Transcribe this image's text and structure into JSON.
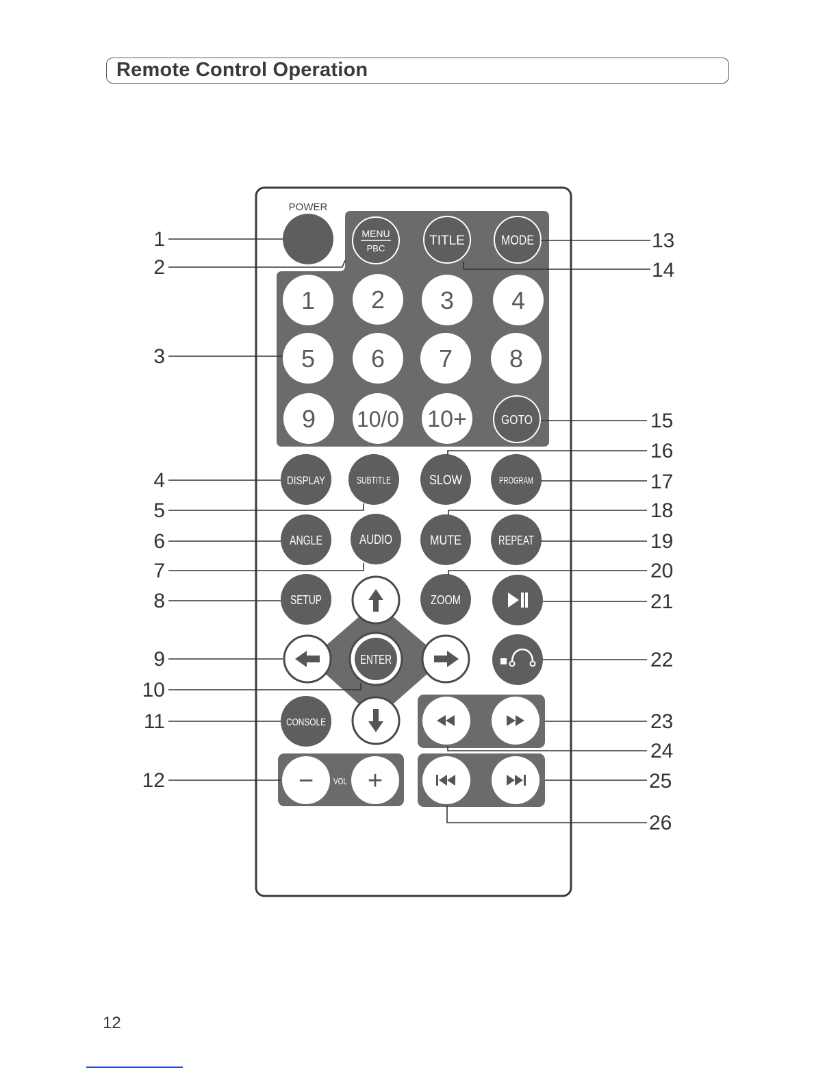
{
  "header": {
    "title": "Remote Control Operation"
  },
  "page_number": "12",
  "remote": {
    "power_label": "POWER",
    "buttons": {
      "menu_top": "MENU",
      "menu_bottom": "PBC",
      "title": "TITLE",
      "mode": "MODE",
      "num1": "1",
      "num2": "2",
      "num3": "3",
      "num4": "4",
      "num5": "5",
      "num6": "6",
      "num7": "7",
      "num8": "8",
      "num9": "9",
      "num10_0": "10/0",
      "num10plus": "10+",
      "goto": "GOTO",
      "display": "DISPLAY",
      "subtitle": "SUBTITLE",
      "slow": "SLOW",
      "program": "PROGRAM",
      "angle": "ANGLE",
      "audio": "AUDIO",
      "mute": "MUTE",
      "repeat": "REPEAT",
      "setup": "SETUP",
      "zoom": "ZOOM",
      "enter": "ENTER",
      "console": "CONSOLE",
      "vol": "VOL",
      "vol_minus": "−",
      "vol_plus": "+"
    }
  },
  "callouts": {
    "c1": "1",
    "c2": "2",
    "c3": "3",
    "c4": "4",
    "c5": "5",
    "c6": "6",
    "c7": "7",
    "c8": "8",
    "c9": "9",
    "c10": "10",
    "c11": "11",
    "c12": "12",
    "c13": "13",
    "c14": "14",
    "c15": "15",
    "c16": "16",
    "c17": "17",
    "c18": "18",
    "c19": "19",
    "c20": "20",
    "c21": "21",
    "c22": "22",
    "c23": "23",
    "c24": "24",
    "c25": "25",
    "c26": "26"
  },
  "colors": {
    "panel": "#6b6b6b",
    "button_dark": "#5e5e5e",
    "button_light": "#ffffff",
    "line": "#333333"
  }
}
